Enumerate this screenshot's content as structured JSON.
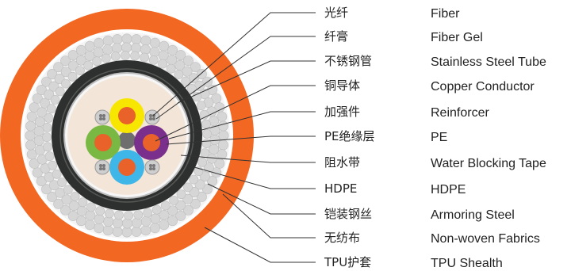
{
  "layers": [
    {
      "zh": "光纤",
      "en": "Fiber"
    },
    {
      "zh": "纤膏",
      "en": "Fiber Gel"
    },
    {
      "zh": "不锈钢管",
      "en": "Stainless Steel Tube"
    },
    {
      "zh": "铜导体",
      "en": "Copper Conductor"
    },
    {
      "zh": "加强件",
      "en": "Reinforcer"
    },
    {
      "zh": "PE绝缘层",
      "en": "PE"
    },
    {
      "zh": "阻水带",
      "en": "Water Blocking Tape"
    },
    {
      "zh": "HDPE",
      "en": "HDPE"
    },
    {
      "zh": "铠装钢丝",
      "en": "Armoring Steel"
    },
    {
      "zh": "无纺布",
      "en": "Non-woven Fabrics"
    },
    {
      "zh": "TPU护套",
      "en": "TPU Shealth"
    }
  ],
  "colors": {
    "tpu_sheath": "#f26722",
    "armor_wire": "#d6d6d6",
    "hdpe": "#2e302f",
    "water_blocking": "#f3e6d9",
    "yellow_tube": "#f7e600",
    "green_tube": "#78b843",
    "purple_tube": "#7b2f8c",
    "blue_tube": "#3fb6e8",
    "conductor": "#e8622a",
    "leader_line": "#333333"
  }
}
